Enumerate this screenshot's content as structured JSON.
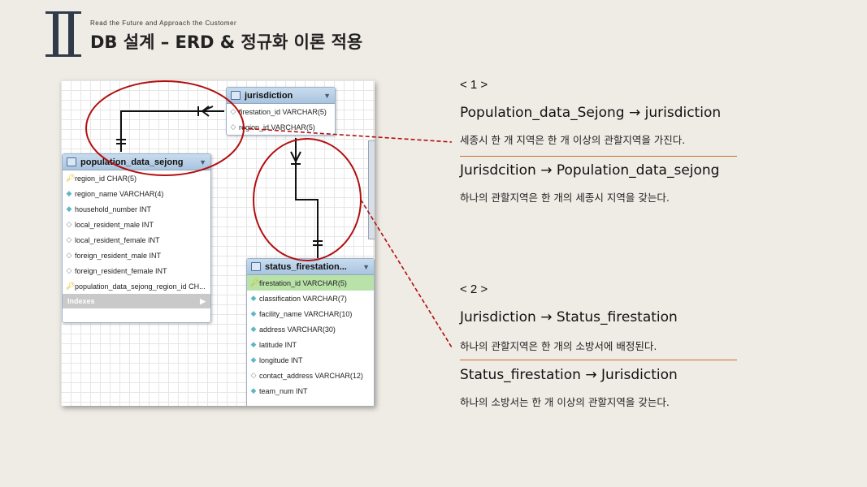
{
  "header": {
    "roman_numeral": "II",
    "tagline": "Read the Future and Approach the Customer",
    "title": "DB 설계 – ERD & 정규화 이론 적용"
  },
  "erd": {
    "jurisdiction": {
      "name": "jurisdiction",
      "columns": [
        "firestation_id VARCHAR(5)",
        "region_id VARCHAR(5)"
      ]
    },
    "population": {
      "name": "population_data_sejong",
      "columns": [
        "region_id CHAR(5)",
        "region_name VARCHAR(4)",
        "household_number INT",
        "local_resident_male INT",
        "local_resident_female INT",
        "foreign_resident_male INT",
        "foreign_resident_female INT",
        "population_data_sejong_region_id CH..."
      ],
      "indexes_label": "Indexes"
    },
    "firestation": {
      "name": "status_firestation...",
      "columns": [
        "firestation_id VARCHAR(5)",
        "classification VARCHAR(7)",
        "facility_name VARCHAR(10)",
        "address VARCHAR(30)",
        "latitude INT",
        "longitude INT",
        "contact_address VARCHAR(12)",
        "team_num INT"
      ]
    }
  },
  "notes": {
    "section1": {
      "label": "< 1 >",
      "rel1": "Population_data_Sejong",
      "rel1_target": "jurisdiction",
      "desc1": "세종시 한 개 지역은 한 개 이상의 관할지역을 가진다.",
      "rel2": "Jurisdcition",
      "rel2_target": "Population_data_sejong",
      "desc2": "하나의 관할지역은 한 개의 세종시 지역을 갖는다."
    },
    "section2": {
      "label": "< 2 >",
      "rel1": "Jurisdiction",
      "rel1_target": "Status_firestation",
      "desc1": "하나의 관할지역은 한 개의 소방서에 배정된다.",
      "rel2": "Status_firestation",
      "rel2_target": "Jurisdiction",
      "desc2": "하나의 소방서는 한 개 이상의 관할지역을 갖는다."
    },
    "arrow": "→"
  },
  "colors": {
    "highlight_circle": "#b30f0f",
    "divider": "#c5702e",
    "background": "#efebe5"
  }
}
